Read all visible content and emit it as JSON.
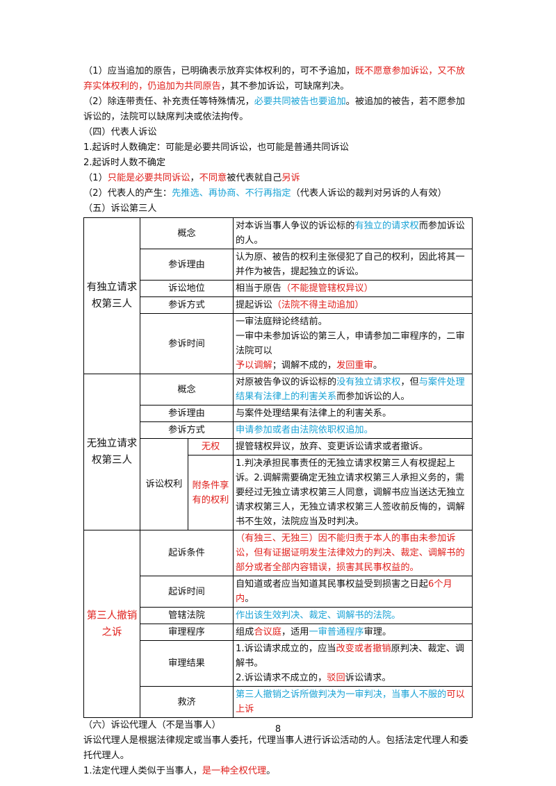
{
  "top": {
    "l1a": "（1）应当追加的原告，已明确表示放弃实体权利的，可不予追加，",
    "l1b": "既不愿意参加诉讼，又不放弃实体权利的，仍追加为共同原告",
    "l1c": "，其不参加诉讼，可缺席判决。",
    "l2a": "（2）除连带责任、补充责任等特殊情况，",
    "l2b": "必要共同被告也要追加",
    "l2c": "。被追加的被告，若不愿参加诉讼的，法院可以缺席判决或依法拘传。",
    "h4": "（四）代表人诉讼",
    "r1": "1.起诉时人数确定：可能是必要共同诉讼，也可能是普通共同诉讼",
    "r2": "2.起诉时人数不确定",
    "r3a": "（1）",
    "r3b": "只能是必要共同诉讼",
    "r3c": "，",
    "r3d": "不同意",
    "r3e": "被代表就自己",
    "r3f": "另诉",
    "r4a": "（2）代表人的产生：",
    "r4b": "先推选、再协商、不行再指定",
    "r4c": "（代表人诉讼的裁判对另诉的人有效）",
    "h5": "（五）诉讼第三人"
  },
  "table": {
    "g1": "有独立请求权第三人",
    "g1_concept_label": "概念",
    "g1_concept_a": "对本诉当事人争议的诉讼标的",
    "g1_concept_b": "有独立的请求权",
    "g1_concept_c": "而参加诉讼的人。",
    "g1_reason_label": "参诉理由",
    "g1_reason": "认为原、被告的权利主张侵犯了自己的权利，因此将其一并作为被告，提起独立的诉讼。",
    "g1_status_label": "诉讼地位",
    "g1_status_a": "相当于原告",
    "g1_status_b": "（不能提管辖权异议）",
    "g1_mode_label": "参诉方式",
    "g1_mode_a": "提起诉讼",
    "g1_mode_b": "（法院不得主动追加）",
    "g1_time_label": "参诉时间",
    "g1_time_1": "一审法庭辩论终结前。",
    "g1_time_2": "一审中未参加诉讼的第三人，申请参加二审程序的，二审法院可以",
    "g1_time_3a": "予以调解",
    "g1_time_3b": "；调解不成的，",
    "g1_time_3c": "发回重审",
    "g1_time_3d": "。",
    "g2": "无独立请求权第三人",
    "g2_concept_label": "概念",
    "g2_concept_a": "对原被告争议的诉讼标的",
    "g2_concept_b": "没有独立请求权",
    "g2_concept_c": "，但",
    "g2_concept_d": "与案件处理结果有法律上的利害关系",
    "g2_concept_e": "而参加诉讼的人。",
    "g2_reason_label": "参诉理由",
    "g2_reason": "与案件处理结果有法律上的利害关系。",
    "g2_mode_label": "参诉方式",
    "g2_mode": "申请参加或者由法院依职权追加。",
    "g2_rights_label": "诉讼权利",
    "g2_none_label": "无权",
    "g2_none": "提管辖权异议，放弃、变更诉讼请求或者撤诉。",
    "g2_cond_label": "附条件享有的权利",
    "g2_cond": "1.判决承担民事责任的无独立请求权第三人有权提起上诉。2.调解需要确定无独立请求权第三人承担义务的，需要经过无独立请求权第三人同意，调解书应当送达无独立请求权第三人，无独立请求权第三人签收前反悔的，调解书不生效，法院应当及时判决。",
    "g3": "第三人撤销之诉",
    "g3_cond_label": "起诉条件",
    "g3_cond": "（有独三、无独三）因不能归责于本人的事由未参加诉讼，但有证据证明发生法律效力的判决、裁定、调解书的部分或者全部内容错误，损害其民事权益的。",
    "g3_time_label": "起诉时间",
    "g3_time_a": "自知道或者应当知道其民事权益受到损害之日起",
    "g3_time_b": "6个月内",
    "g3_time_c": "。",
    "g3_court_label": "管辖法院",
    "g3_court": "作出该生效判决、裁定、调解书的法院。",
    "g3_proc_label": "审理程序",
    "g3_proc_a": "组成",
    "g3_proc_b": "合议庭",
    "g3_proc_c": "，适用",
    "g3_proc_d": "一审普通程序",
    "g3_proc_e": "审理。",
    "g3_result_label": "审理结果",
    "g3_result_1a": "1.诉讼请求成立的，应当",
    "g3_result_1b": "改变或者撤销",
    "g3_result_1c": "原判决、裁定、调解书。",
    "g3_result_2a": "2.诉讼请求不成立的，",
    "g3_result_2b": "驳回",
    "g3_result_2c": "诉讼请求。",
    "g3_relief_label": "救济",
    "g3_relief_a": "第三人撤销之诉所做判决为一审判决，当事人不服的",
    "g3_relief_b": "可以上诉"
  },
  "bottom": {
    "h6": "（六）诉讼代理人（不是当事人）",
    "p1": "诉讼代理人是根据法律规定或当事人委托，代理当事人进行诉讼活动的人。包括法定代理人和委托代理人。",
    "p2a": "1.法定代理人类似于当事人，",
    "p2b": "是一种全权代理",
    "p2c": "。"
  },
  "page_number": "8",
  "colors": {
    "red": "#e0201c",
    "blue": "#1aa3d6"
  }
}
